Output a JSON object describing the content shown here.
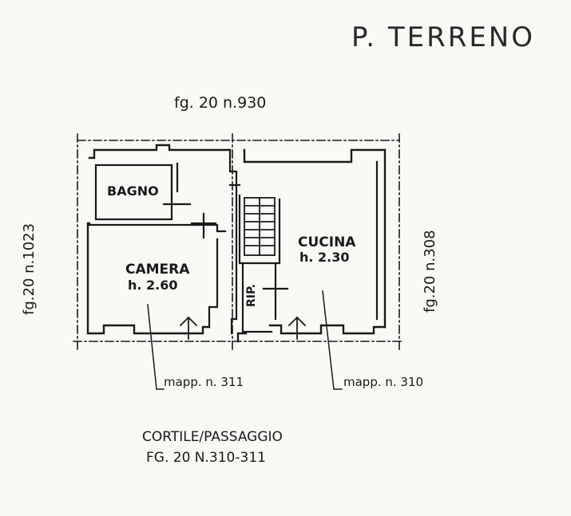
{
  "title": "P. TERRENO",
  "neighbors": {
    "top": "fg. 20 n.930",
    "left": "fg.20 n.1023",
    "right": "fg.20 n.308"
  },
  "rooms": {
    "bagno": "BAGNO",
    "camera": "CAMERA",
    "camera_height": "h. 2.60",
    "cucina": "CUCINA",
    "cucina_height": "h. 2.30",
    "rip": "RIP."
  },
  "parcels": {
    "left": "mapp. n. 311",
    "right": "mapp. n. 310"
  },
  "courtyard": {
    "line1": "CORTILE/PASSAGGIO",
    "line2": "FG. 20 N.310-311"
  }
}
